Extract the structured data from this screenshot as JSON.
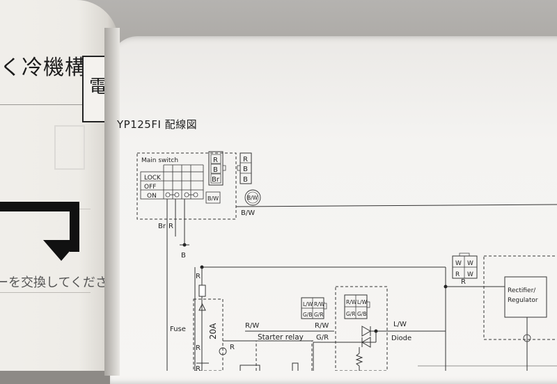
{
  "left_page": {
    "heading": "く冷機構",
    "box_label": "電装",
    "bottom_text": "ーを交換してくださ"
  },
  "diagram": {
    "title": "YP125FI 配線図",
    "main_switch": {
      "label": "Main switch",
      "rows": [
        "LOCK",
        "OFF",
        "ON"
      ]
    },
    "connector_main": [
      "R",
      "B",
      "Br"
    ],
    "connector_small": [
      "R",
      "B",
      "B"
    ],
    "bw_tag_1": "B/W",
    "bw_tag_2": "B/W",
    "bw_line": "B/W",
    "wire_br": "Br",
    "wire_r": "R",
    "wire_b": "B",
    "fuse": {
      "label": "Fuse",
      "rating": "20A"
    },
    "wire_r_left": "R",
    "wire_r_left2": "R",
    "wire_r_fuse": "R",
    "starter_relay": {
      "label": "Starter relay",
      "connector": [
        [
          "L/W",
          "R/W"
        ],
        [
          "G/B",
          "G/R"
        ]
      ]
    },
    "diode": {
      "label": "Diode",
      "connector": [
        [
          "R/W",
          "L/W"
        ],
        [
          "G/R",
          "G/B"
        ]
      ]
    },
    "wire_rw_1": "R/W",
    "wire_rw_2": "R/W",
    "wire_gr": "G/R",
    "wire_lw": "L/W",
    "rectifier": {
      "label_line1": "Rectifier/",
      "label_line2": "Regulator",
      "connector": [
        [
          "W",
          "W"
        ],
        [
          "R",
          "W"
        ]
      ]
    },
    "wire_r_right": "R"
  }
}
